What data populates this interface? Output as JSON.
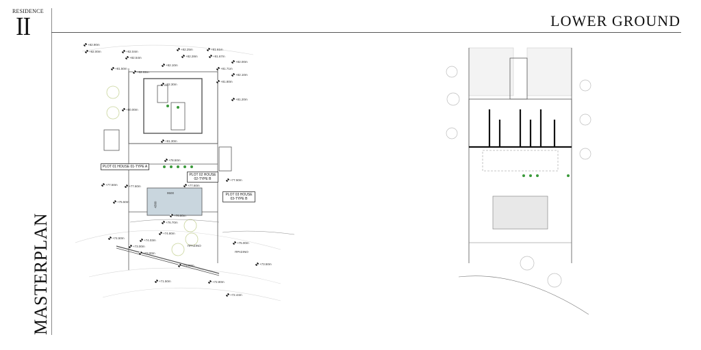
{
  "brand": {
    "sub": "RESIDENCE",
    "main": "II"
  },
  "sheet_title": "LOWER GROUND",
  "section_title": "MASTERPLAN",
  "left_plan": {
    "plot_labels": [
      "PLOT 01 HOUSE 01-TYPE A",
      "PLOT 02 HOUSE 02-TYPE B",
      "PLOT 03 HOUSE 03-TYPE B"
    ],
    "pool_dimension_w": "9500",
    "pool_dimension_h": "4300",
    "green_labels": [
      "ΠΡΑΣΙΝΟ",
      "ΠΡΑΣΙΝΟ"
    ],
    "levels": [
      "+82.90m",
      "+82.00m",
      "+82.04m",
      "+82.54m",
      "+82.25m",
      "+82.28m",
      "+81.61m",
      "+81.67m",
      "+82.00m",
      "+81.50m",
      "+82.10m",
      "+82.02m",
      "+81.71m",
      "+82.10m",
      "+81.80m",
      "+82.30m",
      "+81.20m",
      "+80.00m",
      "+81.30m",
      "+78.50m",
      "+77.50m",
      "+77.60m",
      "+77.60m",
      "+77.50m",
      "+75.50m",
      "+76.80m",
      "+76.70m",
      "+74.80m",
      "+74.03m",
      "+74.50m",
      "+73.00m",
      "+73.00m",
      "+75.00m",
      "+73.00m",
      "+73.50m",
      "+71.50m",
      "+72.80m",
      "+72.44m"
    ]
  },
  "colors": {
    "line": "#555555",
    "pool": "#c9d6de",
    "green": "#3a9a3a",
    "tree": "#c8d49a"
  }
}
